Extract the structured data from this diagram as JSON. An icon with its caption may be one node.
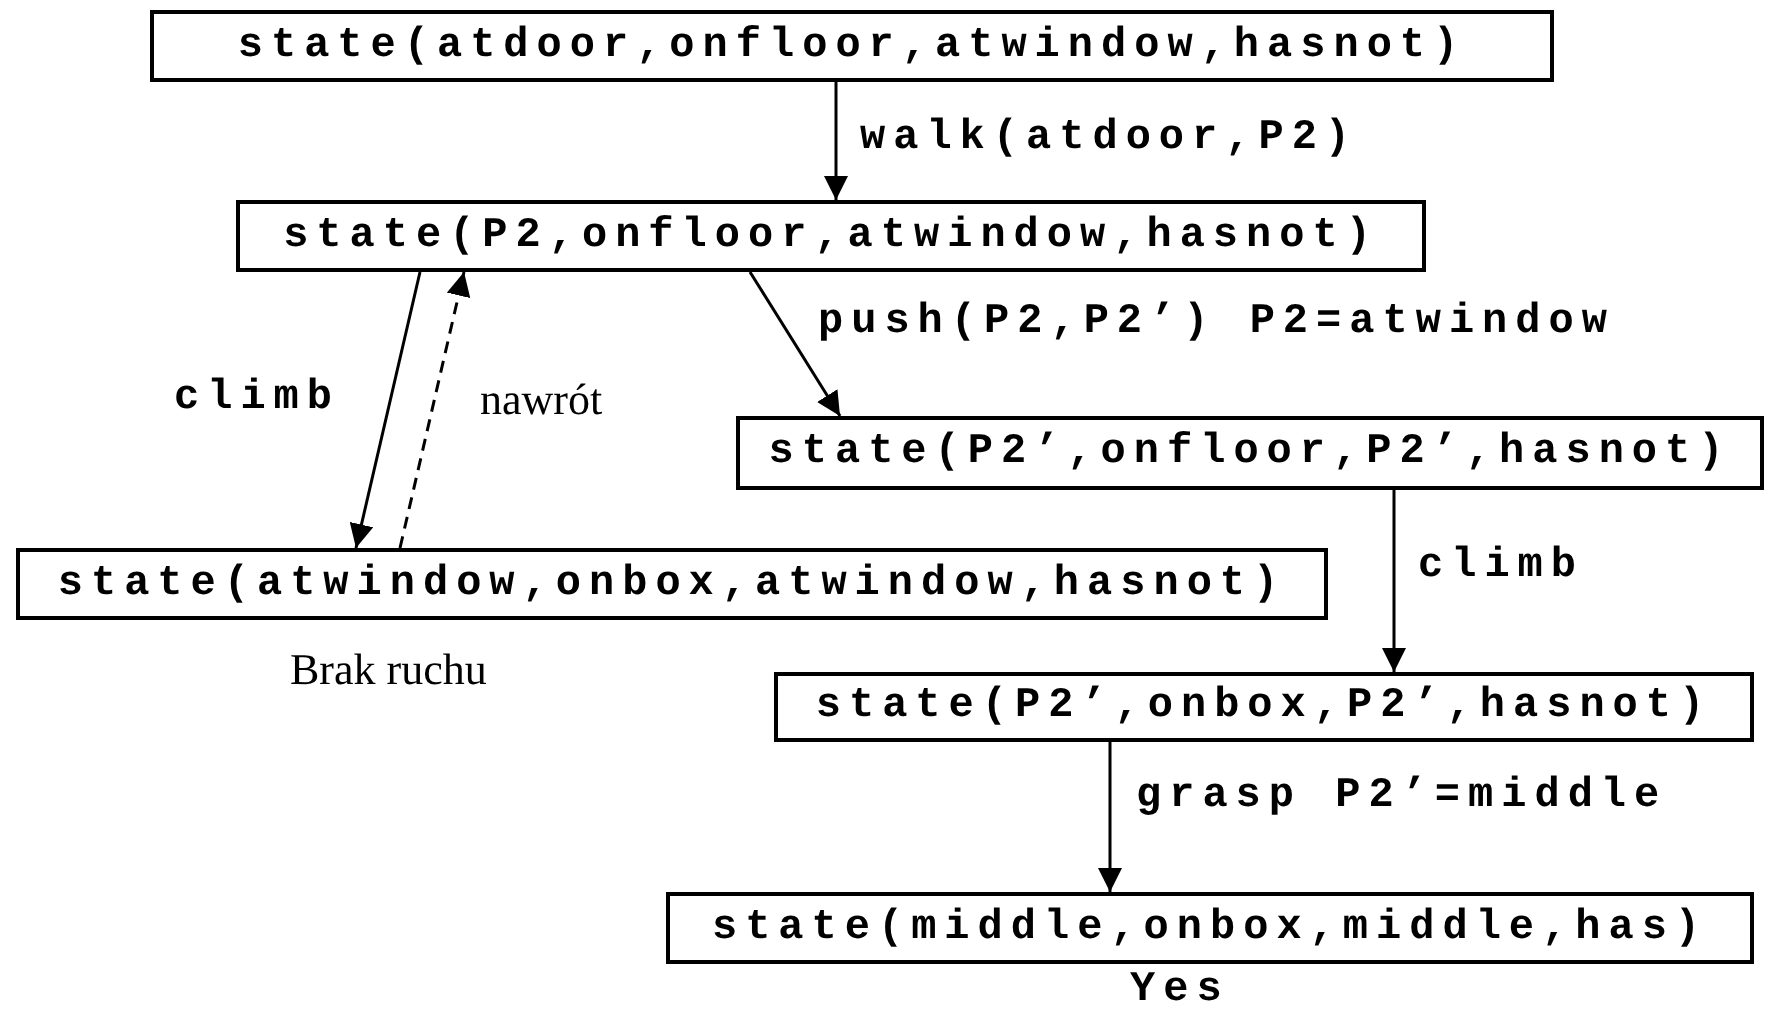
{
  "diagram": {
    "nodes": [
      {
        "text": [
          "state(atdoor,onfloor,atwindow,hasnot)"
        ]
      },
      {
        "text": [
          "state(P2,onfloor,atwindow,hasnot)"
        ]
      },
      {
        "text": [
          "state(atwindow,onbox,atwindow,hasnot)"
        ],
        "beside": [
          "Brak ruchu"
        ]
      },
      {
        "text": [
          "state(P2’,onfloor,P2’,hasnot)"
        ]
      },
      {
        "text": [
          "state(P2’,onbox,P2’,hasnot)"
        ]
      },
      {
        "text": [
          "state(middle,onbox,middle,has)"
        ],
        "beside": [
          "Yes"
        ]
      }
    ],
    "edges": [
      {
        "from": 0,
        "to": 1,
        "arrow": "to",
        "label": "walk(atdoor,P2)"
      },
      {
        "from": 1,
        "to": 2,
        "arrow": "to",
        "label": "climb"
      },
      {
        "from": 2,
        "to": 1,
        "arrow": "to",
        "label": "nawrót",
        "style": "dashed"
      },
      {
        "from": 1,
        "to": 3,
        "arrow": "to",
        "label": "push(P2,P2’) P2=atwindow"
      },
      {
        "from": 3,
        "to": 4,
        "arrow": "to",
        "label": "climb"
      },
      {
        "from": 4,
        "to": 5,
        "arrow": "to",
        "label": "grasp P2’=middle"
      }
    ]
  }
}
